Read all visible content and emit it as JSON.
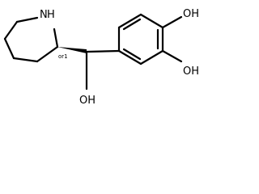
{
  "molecule": {
    "atom_labels": {
      "nh": "N",
      "h": "H",
      "oh_top": "OH",
      "oh_right": "OH",
      "oh_bottom": "OH",
      "stereo_flag": "or1"
    },
    "colors": {
      "bond": "#000000",
      "text": "#000000",
      "background": "#ffffff"
    }
  }
}
